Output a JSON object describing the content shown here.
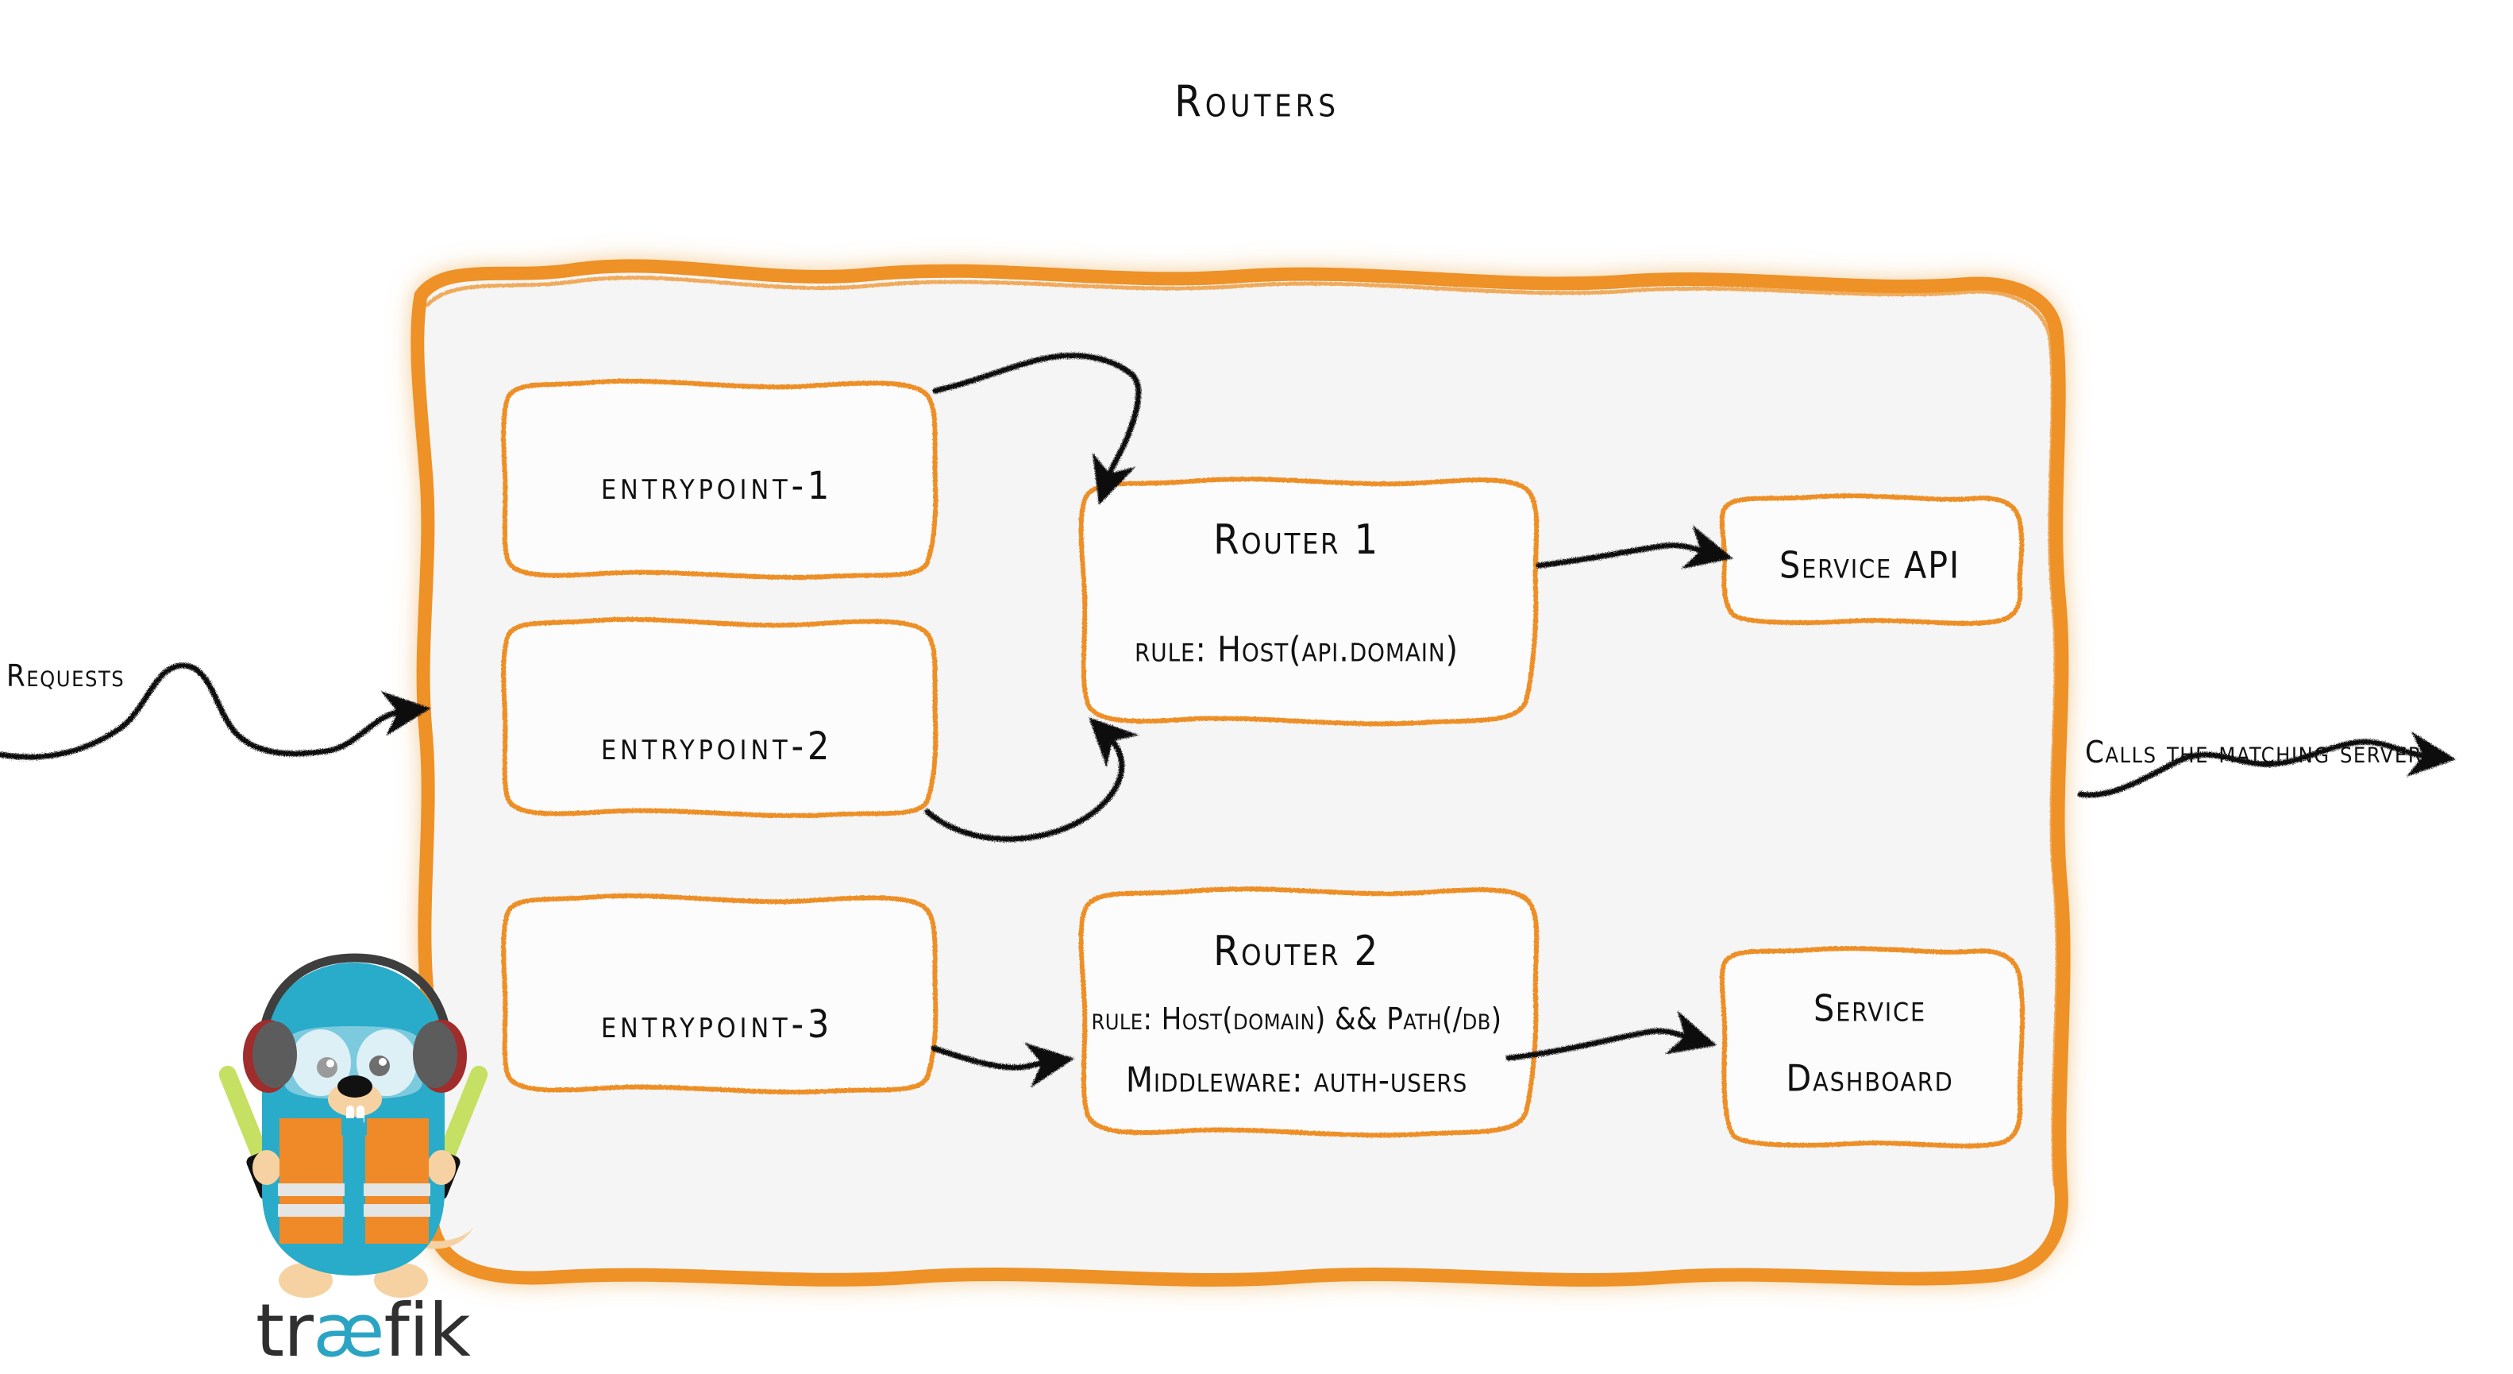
{
  "diagram": {
    "title": "Routers",
    "brand_name": "træfik",
    "brand_colors": {
      "orange": "#EE9128",
      "orange_dark": "#F08A28",
      "cyan": "#29ABCA",
      "wordmark_dark": "#303030",
      "panel_fill": "#F5F5F5",
      "box_fill": "#FCFCFC",
      "ink": "#111111",
      "wand_green": "#C5E063",
      "vest_stripe": "#E4E5E4",
      "skin_tan": "#F6D2A2",
      "headphone_gray": "#5C5C5C",
      "headphone_red": "#A02C2C"
    }
  },
  "incoming": {
    "label": "Requests",
    "arrow_name": "requests-arrow"
  },
  "outgoing": {
    "label": "Calls the matching server",
    "arrow_name": "calls-matching-server-arrow"
  },
  "entrypoints": [
    {
      "id": "entrypoint-1",
      "label": "entrypoint-1"
    },
    {
      "id": "entrypoint-2",
      "label": "entrypoint-2"
    },
    {
      "id": "entrypoint-3",
      "label": "entrypoint-3"
    }
  ],
  "routers": [
    {
      "id": "router-1",
      "title": "Router 1",
      "lines": [
        {
          "key": "rule",
          "text": "rule: Host(api.domain)"
        }
      ]
    },
    {
      "id": "router-2",
      "title": "Router 2",
      "lines": [
        {
          "key": "rule",
          "text": "rule: Host(domain) && Path(/db)"
        },
        {
          "key": "middleware",
          "text": "Middleware: auth-users"
        }
      ]
    }
  ],
  "services": [
    {
      "id": "service-api",
      "line1": "Service API",
      "line2": ""
    },
    {
      "id": "service-dashboard",
      "line1": "Service",
      "line2": "Dashboard"
    }
  ],
  "mascot": {
    "name": "traefik-gopher-mascot",
    "description": "gopher wearing safety vest and headphones holding marshalling wands"
  }
}
